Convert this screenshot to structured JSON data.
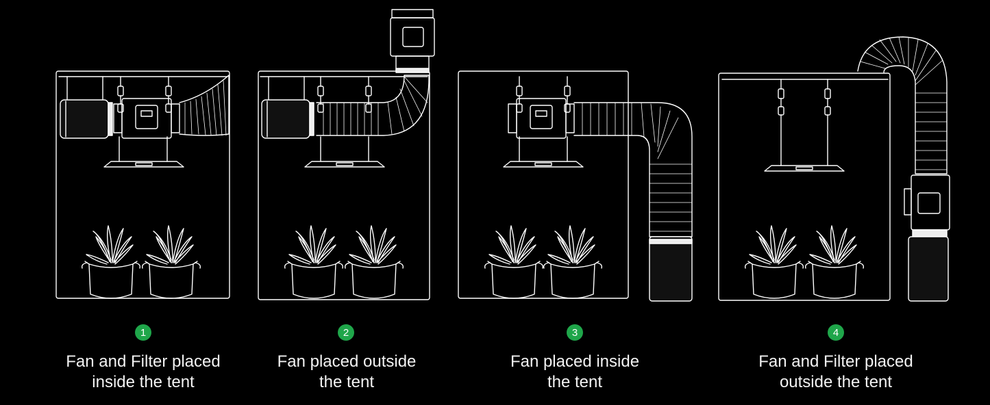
{
  "accent_color": "#1fa64a",
  "scenarios": [
    {
      "number": "1",
      "caption_line1": "Fan and Filter placed",
      "caption_line2": "inside the tent"
    },
    {
      "number": "2",
      "caption_line1": "Fan placed outside",
      "caption_line2": "the tent"
    },
    {
      "number": "3",
      "caption_line1": "Fan placed inside",
      "caption_line2": "the tent"
    },
    {
      "number": "4",
      "caption_line1": "Fan and Filter placed",
      "caption_line2": "outside the tent"
    }
  ]
}
